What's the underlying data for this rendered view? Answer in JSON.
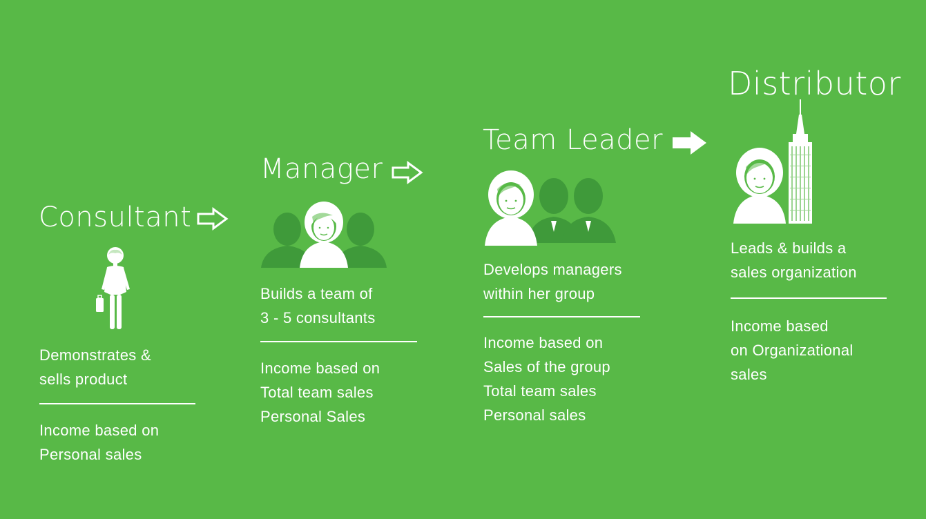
{
  "colors": {
    "background": "#58b947",
    "foreground": "#ffffff",
    "silhouette": "#3f9a3a"
  },
  "stages": [
    {
      "title": "Consultant",
      "icon": "woman-with-briefcase-icon",
      "description": [
        "Demonstrates &",
        "sells product"
      ],
      "income": [
        "Income based on",
        "Personal sales"
      ]
    },
    {
      "title": "Manager",
      "icon": "team-of-three-icon",
      "description": [
        "Builds a team of",
        "3 - 5 consultants"
      ],
      "income": [
        "Income based on",
        "Total team sales",
        "Personal Sales"
      ]
    },
    {
      "title": "Team Leader",
      "icon": "leader-with-managers-icon",
      "description": [
        "Develops managers",
        "within her group"
      ],
      "income": [
        "Income based on",
        "Sales of the group",
        "Total team sales",
        "Personal sales"
      ]
    },
    {
      "title": "Distributor",
      "icon": "woman-with-skyscraper-icon",
      "description": [
        "Leads & builds a",
        "sales organization"
      ],
      "income": [
        "Income based",
        "on Organizational",
        "sales"
      ]
    }
  ]
}
